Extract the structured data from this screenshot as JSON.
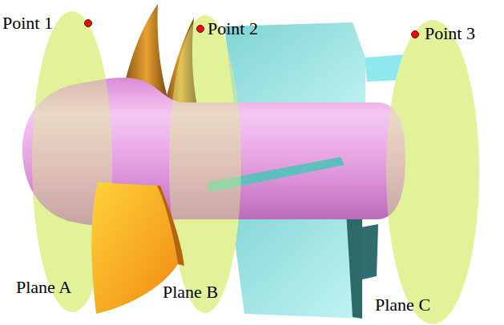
{
  "diagram": {
    "labels": [
      "Point 1",
      "Point 2",
      "Point 3",
      "Plane A",
      "Plane B",
      "Plane C"
    ]
  }
}
